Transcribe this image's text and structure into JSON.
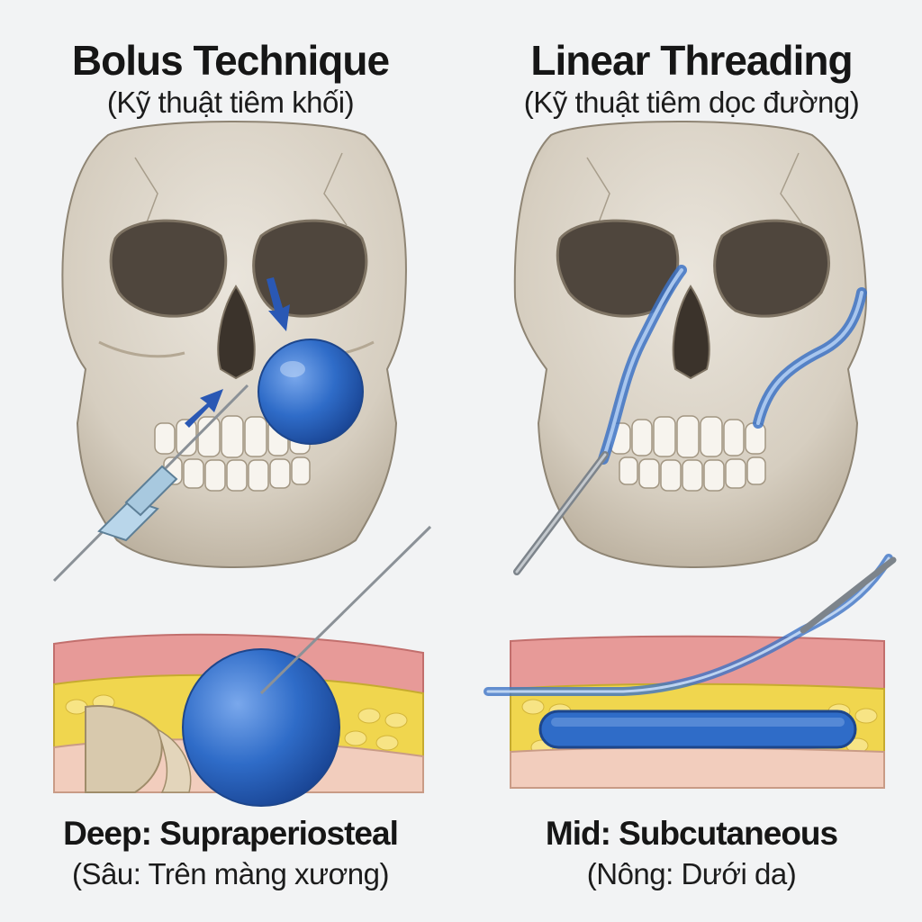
{
  "panels": [
    {
      "title": "Bolus Technique",
      "subtitle": "(Kỹ thuật tiêm khối)",
      "caption": "Deep: Supraperiosteal",
      "caption_sub": "(Sâu: Trên màng xương)"
    },
    {
      "title": "Linear Threading",
      "subtitle": "(Kỹ thuật tiêm dọc đường)",
      "caption": "Mid: Subcutaneous",
      "caption_sub": "(Nông: Dưới da)"
    }
  ],
  "colors": {
    "background": "#f2f3f4",
    "bone": "#d9d2c6",
    "filler": "#2f6cc8",
    "skin": "#e79a98",
    "fat": "#f0d64e",
    "needle": "#9aa0a6"
  }
}
